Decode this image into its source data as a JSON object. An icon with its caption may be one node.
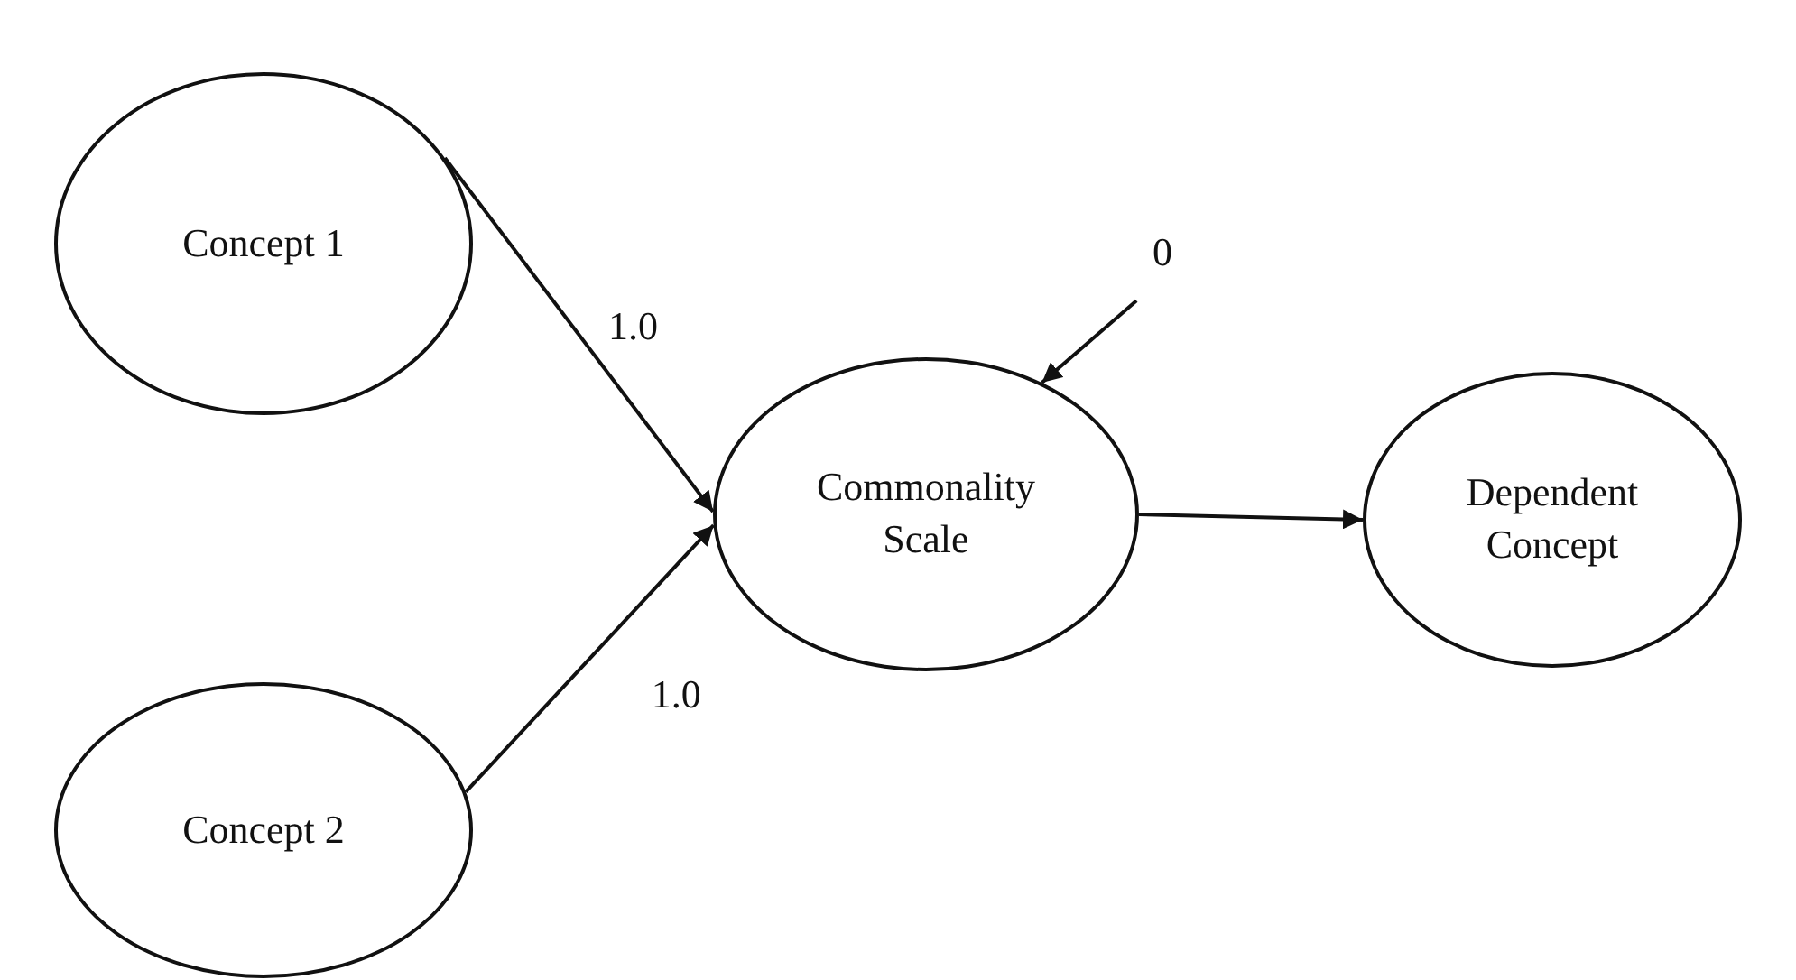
{
  "diagram": {
    "nodes": [
      {
        "text": [
          "Concept 1"
        ]
      },
      {
        "text": [
          "Concept 2"
        ]
      },
      {
        "text": [
          "Commonality Scale"
        ]
      },
      {
        "text": [
          "Dependent Concept"
        ]
      },
      {
        "text": [
          "0"
        ]
      }
    ],
    "edges": [
      {
        "from": 0,
        "to": 2,
        "arrow": "to",
        "label": "1.0"
      },
      {
        "from": 1,
        "to": 2,
        "arrow": "to",
        "label": "1.0"
      },
      {
        "from": 2,
        "to": 3,
        "arrow": "to"
      },
      {
        "from": 4,
        "to": 2,
        "arrow": "to"
      }
    ]
  }
}
